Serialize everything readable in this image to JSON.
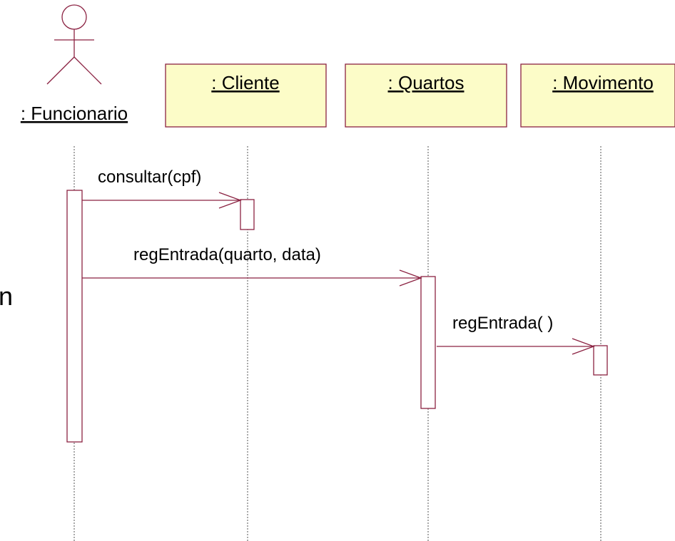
{
  "colors": {
    "object_fill": "#fcfcc8",
    "stroke": "#8b2242",
    "lifeline": "#555555"
  },
  "actor": {
    "label": ": Funcionario"
  },
  "objects": [
    {
      "id": "cliente",
      "label": ": Cliente"
    },
    {
      "id": "quartos",
      "label": ": Quartos"
    },
    {
      "id": "movimento",
      "label": ": Movimento"
    }
  ],
  "messages": [
    {
      "label": "consultar(cpf)",
      "from": "funcionario",
      "to": "cliente"
    },
    {
      "label": "regEntrada(quarto, data)",
      "from": "funcionario",
      "to": "quartos"
    },
    {
      "label": "regEntrada( )",
      "from": "quartos",
      "to": "movimento"
    }
  ],
  "side_text": "n"
}
